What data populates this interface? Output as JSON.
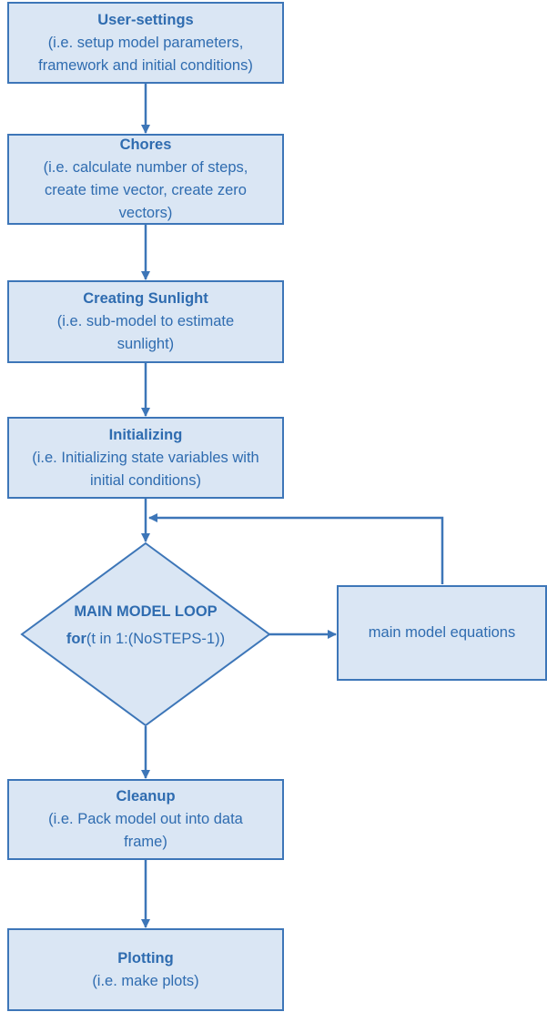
{
  "colors": {
    "fill": "#dae6f4",
    "stroke": "#3d76b8",
    "text": "#2f6cb0",
    "background": "#ffffff"
  },
  "steps": [
    {
      "title": "User-settings",
      "subtitle": "(i.e. setup model parameters,\nframework  and initial conditions)"
    },
    {
      "title": "Chores",
      "subtitle": "(i.e. calculate number of steps,\ncreate time vector, create zero\nvectors)"
    },
    {
      "title": "Creating Sunlight",
      "subtitle": "(i.e. sub-model to estimate\nsunlight)"
    },
    {
      "title": "Initializing",
      "subtitle": "(i.e. Initializing state variables with\ninitial conditions)"
    }
  ],
  "loop": {
    "title": "MAIN MODEL LOOP",
    "keyword": "for",
    "expression": "(t in 1:(NoSTEPS-1))"
  },
  "equations": {
    "label": "main model equations"
  },
  "final_steps": [
    {
      "title": "Cleanup",
      "subtitle": "(i.e. Pack model out into data\nframe)"
    },
    {
      "title": "Plotting",
      "subtitle": "(i.e. make plots)"
    }
  ]
}
